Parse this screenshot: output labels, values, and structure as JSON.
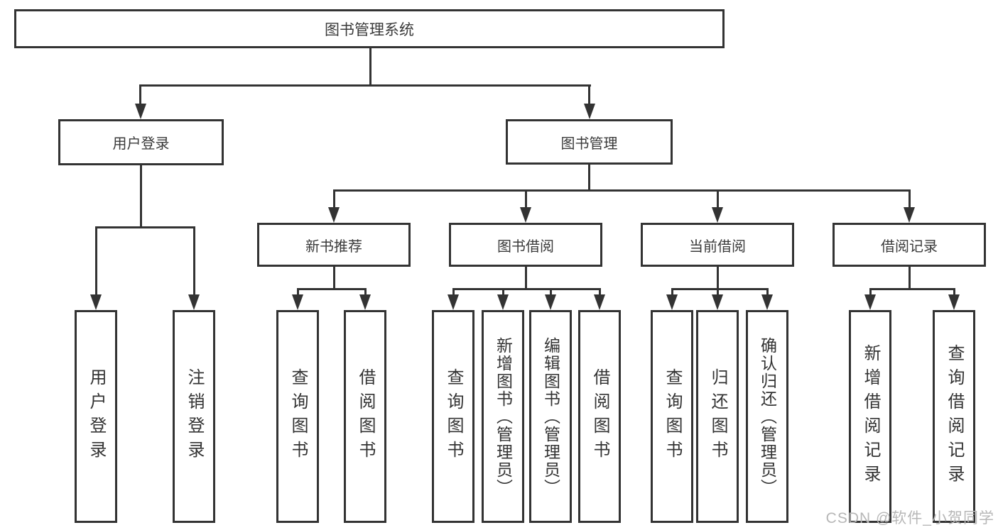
{
  "tree": {
    "root": {
      "label": "图书管理系统"
    },
    "branches": [
      {
        "label": "用户登录",
        "children": [
          {
            "label": "用户登录"
          },
          {
            "label": "注销登录"
          }
        ]
      },
      {
        "label": "图书管理",
        "groups": [
          {
            "label": "新书推荐",
            "children": [
              {
                "label": "查询图书"
              },
              {
                "label": "借阅图书"
              }
            ]
          },
          {
            "label": "图书借阅",
            "children": [
              {
                "label": "查询图书"
              },
              {
                "label": "新增图书（管理员）"
              },
              {
                "label": "编辑图书（管理员）"
              },
              {
                "label": "借阅图书"
              }
            ]
          },
          {
            "label": "当前借阅",
            "children": [
              {
                "label": "查询图书"
              },
              {
                "label": "归还图书"
              },
              {
                "label": "确认归还（管理员）"
              }
            ]
          },
          {
            "label": "借阅记录",
            "children": [
              {
                "label": "新增借阅记录"
              },
              {
                "label": "查询借阅记录"
              }
            ]
          }
        ]
      }
    ]
  },
  "watermark": {
    "text": "CSDN @软件_小贺同学"
  },
  "colors": {
    "line": "#333333",
    "box_border": "#333333",
    "box_background": "#ffffff",
    "text": "#3a3a3a",
    "watermark": "#b7b7b7",
    "page_background": "#ffffff"
  }
}
